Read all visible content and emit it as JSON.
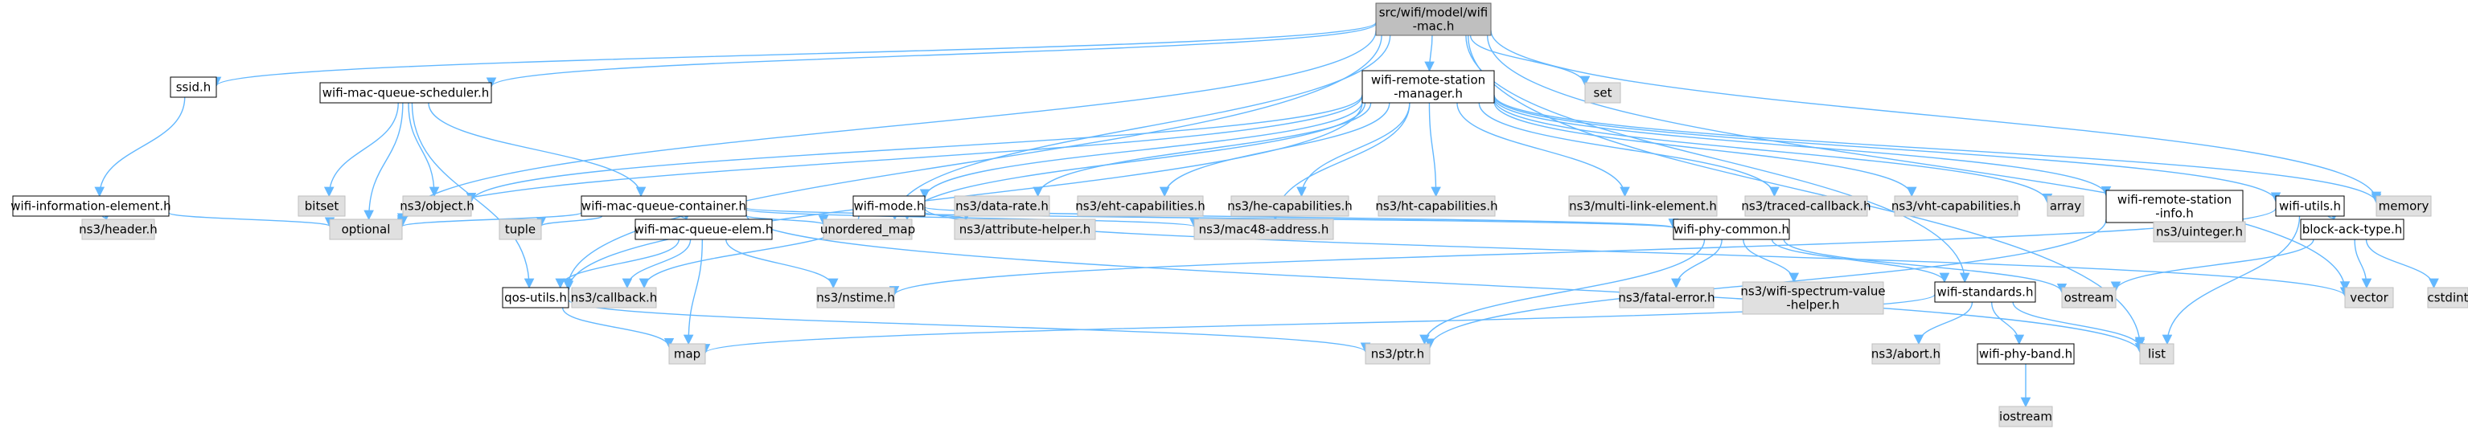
{
  "diagram": {
    "kind": "include-dependency-graph",
    "colors": {
      "edge": "#63b8ff",
      "node_border_main": "#000000",
      "node_border_ext": "#bfbfbf",
      "node_fill_root": "#bfbfbf",
      "node_fill_ext": "#e0e0e0",
      "node_fill": "#ffffff"
    },
    "nodes": [
      {
        "id": "root",
        "lines": [
          "src/wifi/model/wifi",
          "-mac.h"
        ],
        "style": "root"
      },
      {
        "id": "ssid",
        "lines": [
          "ssid.h"
        ],
        "style": "local"
      },
      {
        "id": "wmqs",
        "lines": [
          "wifi-mac-queue-scheduler.h"
        ],
        "style": "local"
      },
      {
        "id": "wrsm",
        "lines": [
          "wifi-remote-station",
          "-manager.h"
        ],
        "style": "local"
      },
      {
        "id": "set",
        "lines": [
          "set"
        ],
        "style": "ext"
      },
      {
        "id": "wie",
        "lines": [
          "wifi-information-element.h"
        ],
        "style": "local"
      },
      {
        "id": "bitset",
        "lines": [
          "bitset"
        ],
        "style": "ext"
      },
      {
        "id": "object",
        "lines": [
          "ns3/object.h"
        ],
        "style": "ext"
      },
      {
        "id": "optional",
        "lines": [
          "optional"
        ],
        "style": "ext"
      },
      {
        "id": "header",
        "lines": [
          "ns3/header.h"
        ],
        "style": "ext"
      },
      {
        "id": "wmqc",
        "lines": [
          "wifi-mac-queue-container.h"
        ],
        "style": "local"
      },
      {
        "id": "tuple",
        "lines": [
          "tuple"
        ],
        "style": "ext"
      },
      {
        "id": "umap",
        "lines": [
          "unordered_map"
        ],
        "style": "ext"
      },
      {
        "id": "wmode",
        "lines": [
          "wifi-mode.h"
        ],
        "style": "local"
      },
      {
        "id": "datarate",
        "lines": [
          "ns3/data-rate.h"
        ],
        "style": "ext"
      },
      {
        "id": "eht",
        "lines": [
          "ns3/eht-capabilities.h"
        ],
        "style": "ext"
      },
      {
        "id": "he",
        "lines": [
          "ns3/he-capabilities.h"
        ],
        "style": "ext"
      },
      {
        "id": "ht",
        "lines": [
          "ns3/ht-capabilities.h"
        ],
        "style": "ext"
      },
      {
        "id": "mle",
        "lines": [
          "ns3/multi-link-element.h"
        ],
        "style": "ext"
      },
      {
        "id": "tcb",
        "lines": [
          "ns3/traced-callback.h"
        ],
        "style": "ext"
      },
      {
        "id": "vht",
        "lines": [
          "ns3/vht-capabilities.h"
        ],
        "style": "ext"
      },
      {
        "id": "array",
        "lines": [
          "array"
        ],
        "style": "ext"
      },
      {
        "id": "wrsi",
        "lines": [
          "wifi-remote-station",
          "-info.h"
        ],
        "style": "local"
      },
      {
        "id": "wutils",
        "lines": [
          "wifi-utils.h"
        ],
        "style": "local"
      },
      {
        "id": "memory",
        "lines": [
          "memory"
        ],
        "style": "ext"
      },
      {
        "id": "wmqe",
        "lines": [
          "wifi-mac-queue-elem.h"
        ],
        "style": "local"
      },
      {
        "id": "attr",
        "lines": [
          "ns3/attribute-helper.h"
        ],
        "style": "ext"
      },
      {
        "id": "mac48",
        "lines": [
          "ns3/mac48-address.h"
        ],
        "style": "ext"
      },
      {
        "id": "uint",
        "lines": [
          "ns3/uinteger.h"
        ],
        "style": "ext"
      },
      {
        "id": "bat",
        "lines": [
          "block-ack-type.h"
        ],
        "style": "local"
      },
      {
        "id": "wpc",
        "lines": [
          "wifi-phy-common.h"
        ],
        "style": "local"
      },
      {
        "id": "qos",
        "lines": [
          "qos-utils.h"
        ],
        "style": "local"
      },
      {
        "id": "cb",
        "lines": [
          "ns3/callback.h"
        ],
        "style": "ext"
      },
      {
        "id": "nstime",
        "lines": [
          "ns3/nstime.h"
        ],
        "style": "ext"
      },
      {
        "id": "fatal",
        "lines": [
          "ns3/fatal-error.h"
        ],
        "style": "ext"
      },
      {
        "id": "wsvh",
        "lines": [
          "ns3/wifi-spectrum-value",
          "-helper.h"
        ],
        "style": "ext"
      },
      {
        "id": "ostream",
        "lines": [
          "ostream"
        ],
        "style": "ext"
      },
      {
        "id": "vector",
        "lines": [
          "vector"
        ],
        "style": "ext"
      },
      {
        "id": "cstdint",
        "lines": [
          "cstdint"
        ],
        "style": "ext"
      },
      {
        "id": "wstd",
        "lines": [
          "wifi-standards.h"
        ],
        "style": "local"
      },
      {
        "id": "map",
        "lines": [
          "map"
        ],
        "style": "ext"
      },
      {
        "id": "ptr",
        "lines": [
          "ns3/ptr.h"
        ],
        "style": "ext"
      },
      {
        "id": "abort",
        "lines": [
          "ns3/abort.h"
        ],
        "style": "ext"
      },
      {
        "id": "wpb",
        "lines": [
          "wifi-phy-band.h"
        ],
        "style": "local"
      },
      {
        "id": "list",
        "lines": [
          "list"
        ],
        "style": "ext"
      },
      {
        "id": "iostream",
        "lines": [
          "iostream"
        ],
        "style": "ext"
      }
    ],
    "edges": [
      [
        "root",
        "ssid"
      ],
      [
        "root",
        "wmqs"
      ],
      [
        "root",
        "wrsm"
      ],
      [
        "root",
        "set"
      ],
      [
        "root",
        "optional"
      ],
      [
        "root",
        "qos"
      ],
      [
        "root",
        "umap"
      ],
      [
        "root",
        "memory"
      ],
      [
        "root",
        "wstd"
      ],
      [
        "root",
        "vector"
      ],
      [
        "root",
        "list"
      ],
      [
        "ssid",
        "wie"
      ],
      [
        "wie",
        "header"
      ],
      [
        "wie",
        "optional"
      ],
      [
        "wmqs",
        "bitset"
      ],
      [
        "wmqs",
        "object"
      ],
      [
        "wmqs",
        "optional"
      ],
      [
        "wmqs",
        "wmqc"
      ],
      [
        "wmqs",
        "qos"
      ],
      [
        "wmqc",
        "optional"
      ],
      [
        "wmqc",
        "tuple"
      ],
      [
        "wmqc",
        "umap"
      ],
      [
        "wmqc",
        "wmqe"
      ],
      [
        "wmqc",
        "mac48"
      ],
      [
        "wmqc",
        "wpc"
      ],
      [
        "wmqc",
        "list"
      ],
      [
        "wmqe",
        "qos"
      ],
      [
        "wmqe",
        "map"
      ],
      [
        "wmqe",
        "cb"
      ],
      [
        "wmqe",
        "nstime"
      ],
      [
        "qos",
        "map"
      ],
      [
        "qos",
        "ptr"
      ],
      [
        "wrsm",
        "optional"
      ],
      [
        "wrsm",
        "object"
      ],
      [
        "wrsm",
        "qos"
      ],
      [
        "wrsm",
        "umap"
      ],
      [
        "wrsm",
        "wmode"
      ],
      [
        "wrsm",
        "datarate"
      ],
      [
        "wrsm",
        "eht"
      ],
      [
        "wrsm",
        "he"
      ],
      [
        "wrsm",
        "ht"
      ],
      [
        "wrsm",
        "mle"
      ],
      [
        "wrsm",
        "tcb"
      ],
      [
        "wrsm",
        "vht"
      ],
      [
        "wrsm",
        "array"
      ],
      [
        "wrsm",
        "wrsi"
      ],
      [
        "wrsm",
        "wutils"
      ],
      [
        "wrsm",
        "memory"
      ],
      [
        "wrsm",
        "mac48"
      ],
      [
        "wmode",
        "attr"
      ],
      [
        "wmode",
        "cb"
      ],
      [
        "wmode",
        "wpc"
      ],
      [
        "wmode",
        "vector"
      ],
      [
        "wrsi",
        "uint"
      ],
      [
        "wrsi",
        "ptr"
      ],
      [
        "wutils",
        "bat"
      ],
      [
        "wutils",
        "list"
      ],
      [
        "wutils",
        "nstime"
      ],
      [
        "bat",
        "ostream"
      ],
      [
        "bat",
        "vector"
      ],
      [
        "bat",
        "cstdint"
      ],
      [
        "wpc",
        "fatal"
      ],
      [
        "wpc",
        "wsvh"
      ],
      [
        "wpc",
        "ptr"
      ],
      [
        "wpc",
        "wstd"
      ],
      [
        "wpc",
        "ostream"
      ],
      [
        "wstd",
        "map"
      ],
      [
        "wstd",
        "abort"
      ],
      [
        "wstd",
        "wpb"
      ],
      [
        "wstd",
        "list"
      ],
      [
        "wpb",
        "iostream"
      ]
    ]
  }
}
